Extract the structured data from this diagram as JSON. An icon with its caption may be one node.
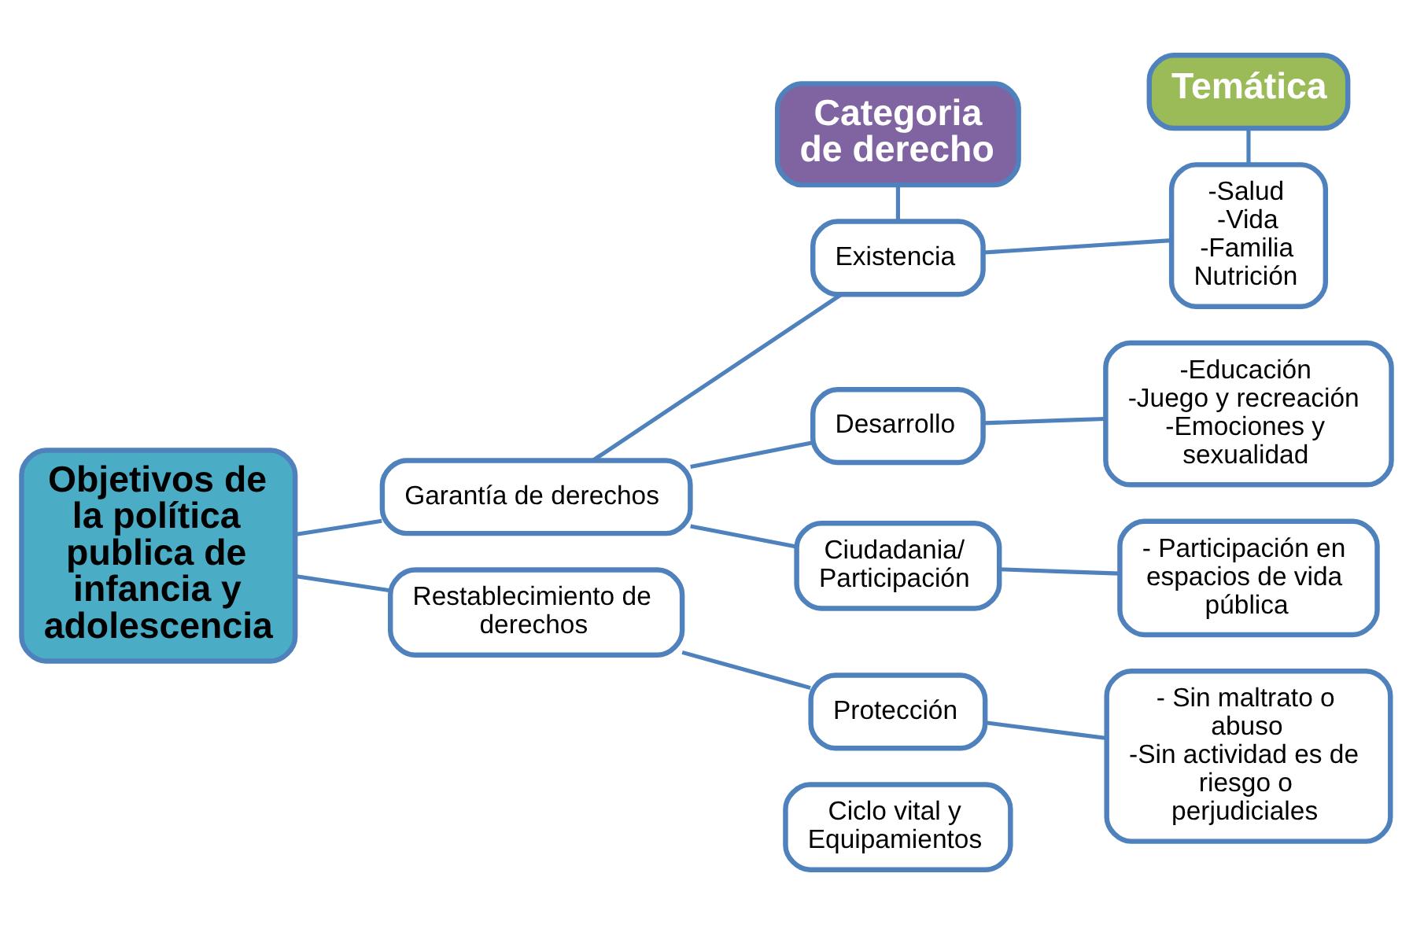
{
  "diagram": {
    "nodes": [
      {
        "text": [
          "Categoria de derecho"
        ]
      },
      {
        "text": [
          "Temática"
        ]
      },
      {
        "text": [
          "Existencia"
        ]
      },
      {
        "text": [
          "-Salud",
          "-Vida",
          "-Familia",
          "Nutrición"
        ]
      },
      {
        "text": [
          "Garantía de derechos"
        ]
      },
      {
        "text": [
          "Desarrollo"
        ]
      },
      {
        "text": [
          "-Educación",
          "-Juego y recreación",
          "-Emociones y sexualidad"
        ]
      },
      {
        "text": [
          "Objetivos de la política publica de infancia y adolescencia"
        ]
      },
      {
        "text": [
          "Ciudadania/ Participación"
        ]
      },
      {
        "text": [
          "- Participación en espacios de vida pública"
        ]
      },
      {
        "text": [
          "Restablecimiento de derechos"
        ]
      },
      {
        "text": [
          "Protección"
        ]
      },
      {
        "text": [
          "- Sin maltrato o abuso",
          "-Sin actividad es de riesgo o perjudiciales"
        ]
      },
      {
        "text": [
          "Ciclo vital y Equipamientos"
        ]
      }
    ],
    "edges": [
      {
        "from": 7,
        "to": 4,
        "arrow": "none"
      },
      {
        "from": 7,
        "to": 10,
        "arrow": "none"
      },
      {
        "from": 4,
        "to": 2,
        "arrow": "none"
      },
      {
        "from": 4,
        "to": 5,
        "arrow": "none"
      },
      {
        "from": 4,
        "to": 8,
        "arrow": "none"
      },
      {
        "from": 10,
        "to": 11,
        "arrow": "none"
      },
      {
        "from": 2,
        "to": 3,
        "arrow": "none"
      },
      {
        "from": 5,
        "to": 6,
        "arrow": "none"
      },
      {
        "from": 8,
        "to": 9,
        "arrow": "none"
      },
      {
        "from": 11,
        "to": 12,
        "arrow": "none"
      },
      {
        "from": 0,
        "to": 2,
        "arrow": "none"
      },
      {
        "from": 1,
        "to": 3,
        "arrow": "none"
      }
    ]
  }
}
